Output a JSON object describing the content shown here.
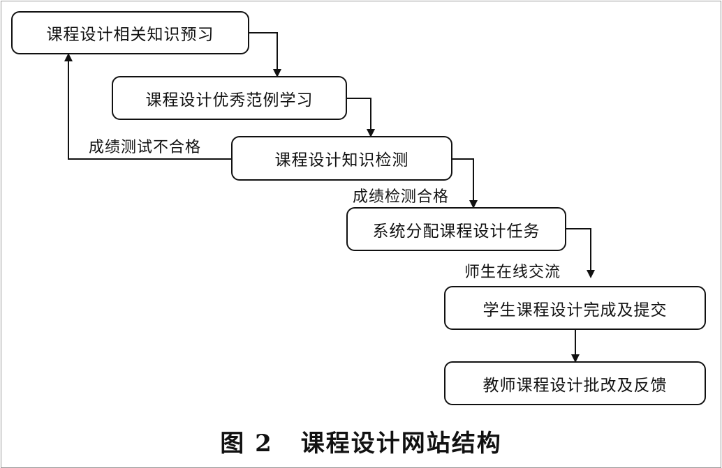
{
  "diagram": {
    "nodes": [
      {
        "id": "n1",
        "label": "课程设计相关知识预习"
      },
      {
        "id": "n2",
        "label": "课程设计优秀范例学习"
      },
      {
        "id": "n3",
        "label": "课程设计知识检测"
      },
      {
        "id": "n4",
        "label": "系统分配课程设计任务"
      },
      {
        "id": "n5",
        "label": "学生课程设计完成及提交"
      },
      {
        "id": "n6",
        "label": "教师课程设计批改及反馈"
      }
    ],
    "edge_labels": {
      "fail": "成绩测试不合格",
      "pass": "成绩检测合格",
      "exchange": "师生在线交流"
    }
  },
  "caption": {
    "number": "图 2",
    "title": "课程设计网站结构"
  }
}
